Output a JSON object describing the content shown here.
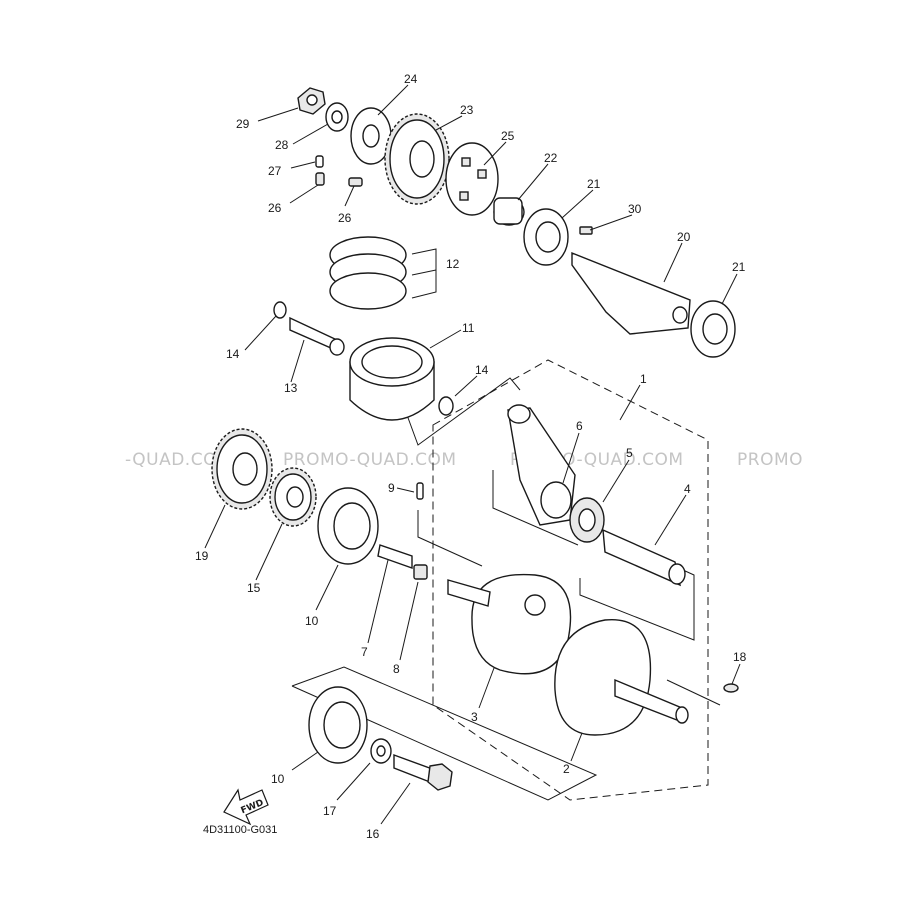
{
  "diagram": {
    "part_code": "4D31100-G031",
    "direction_label": "FWD",
    "watermarks": [
      "-QUAD.COM",
      "PROMO-QUAD.COM",
      "PROMO-QUAD.COM",
      "PROMO"
    ],
    "callouts": {
      "c1": "1",
      "c2": "2",
      "c3": "3",
      "c4": "4",
      "c5": "5",
      "c6": "6",
      "c7": "7",
      "c8": "8",
      "c9": "9",
      "c10a": "10",
      "c10b": "10",
      "c11": "11",
      "c12": "12",
      "c13": "13",
      "c14a": "14",
      "c14b": "14",
      "c15": "15",
      "c16": "16",
      "c17": "17",
      "c18": "18",
      "c19": "19",
      "c20": "20",
      "c21a": "21",
      "c21b": "21",
      "c22": "22",
      "c23": "23",
      "c24": "24",
      "c25": "25",
      "c26a": "26",
      "c26b": "26",
      "c27": "27",
      "c28": "28",
      "c29": "29",
      "c30": "30"
    }
  }
}
